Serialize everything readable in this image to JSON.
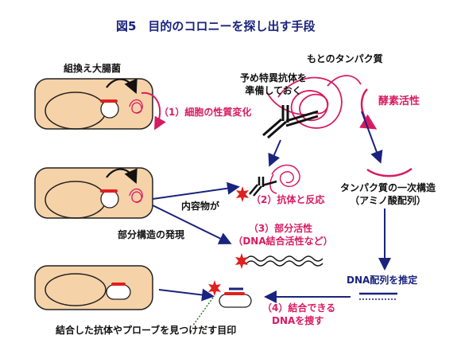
{
  "title": "図5　目的のコロニーを探し出す手段",
  "labels": {
    "recombinant_ecoli": "組換え大腸菌",
    "original_protein": "もとのタンパク質",
    "antibody_prep_line1": "予め特異抗体を",
    "antibody_prep_line2": "準備しておく",
    "enzyme_activity": "酵素活性",
    "step1": "（1）細胞の性質変化",
    "step2": "（2）抗体と反応",
    "contents": "内容物が",
    "partial_structure": "部分構造の発現",
    "step3_line1": "（3）部分活性",
    "step3_line2": "（DNA結合活性など）",
    "primary_structure_line1": "タンパク質の一次構造",
    "primary_structure_line2": "（アミノ酸配列）",
    "dna_estimate": "DNA配列を推定",
    "step4_line1": "（4）結合できる",
    "step4_line2": "DNAを捜す",
    "marker_caption": "結合した抗体やプローブを見つけだす目印"
  },
  "colors": {
    "navy": "#1a237e",
    "pink": "#d81b60",
    "cell_fill": "#f6d2a8",
    "red": "#e02020"
  }
}
